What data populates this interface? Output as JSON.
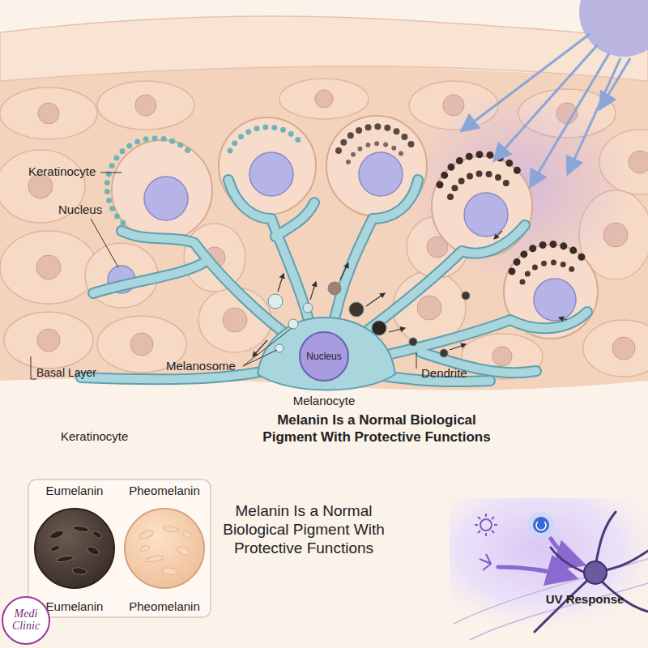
{
  "diagram": {
    "title": "Melanin Is a Normal Biological Pigment With Protective Functions",
    "nodes": [
      {
        "text": [
          "Nucleus"
        ]
      },
      {
        "text": [
          "Eumelanin",
          "Eumelanin"
        ]
      },
      {
        "text": [
          "Pheomelanin",
          "Pheomelanin"
        ]
      },
      {
        "text": [
          "Medi Clinic"
        ]
      }
    ],
    "labels": [
      "Keratinocyte",
      "Nucleus",
      "Basal Layer",
      "Melanosome",
      "Dendrite",
      "Melanocyte",
      "Keratinocyte",
      "Melanin Is a Normal Biological Pigment With Protective Functions",
      "UV Response"
    ]
  }
}
